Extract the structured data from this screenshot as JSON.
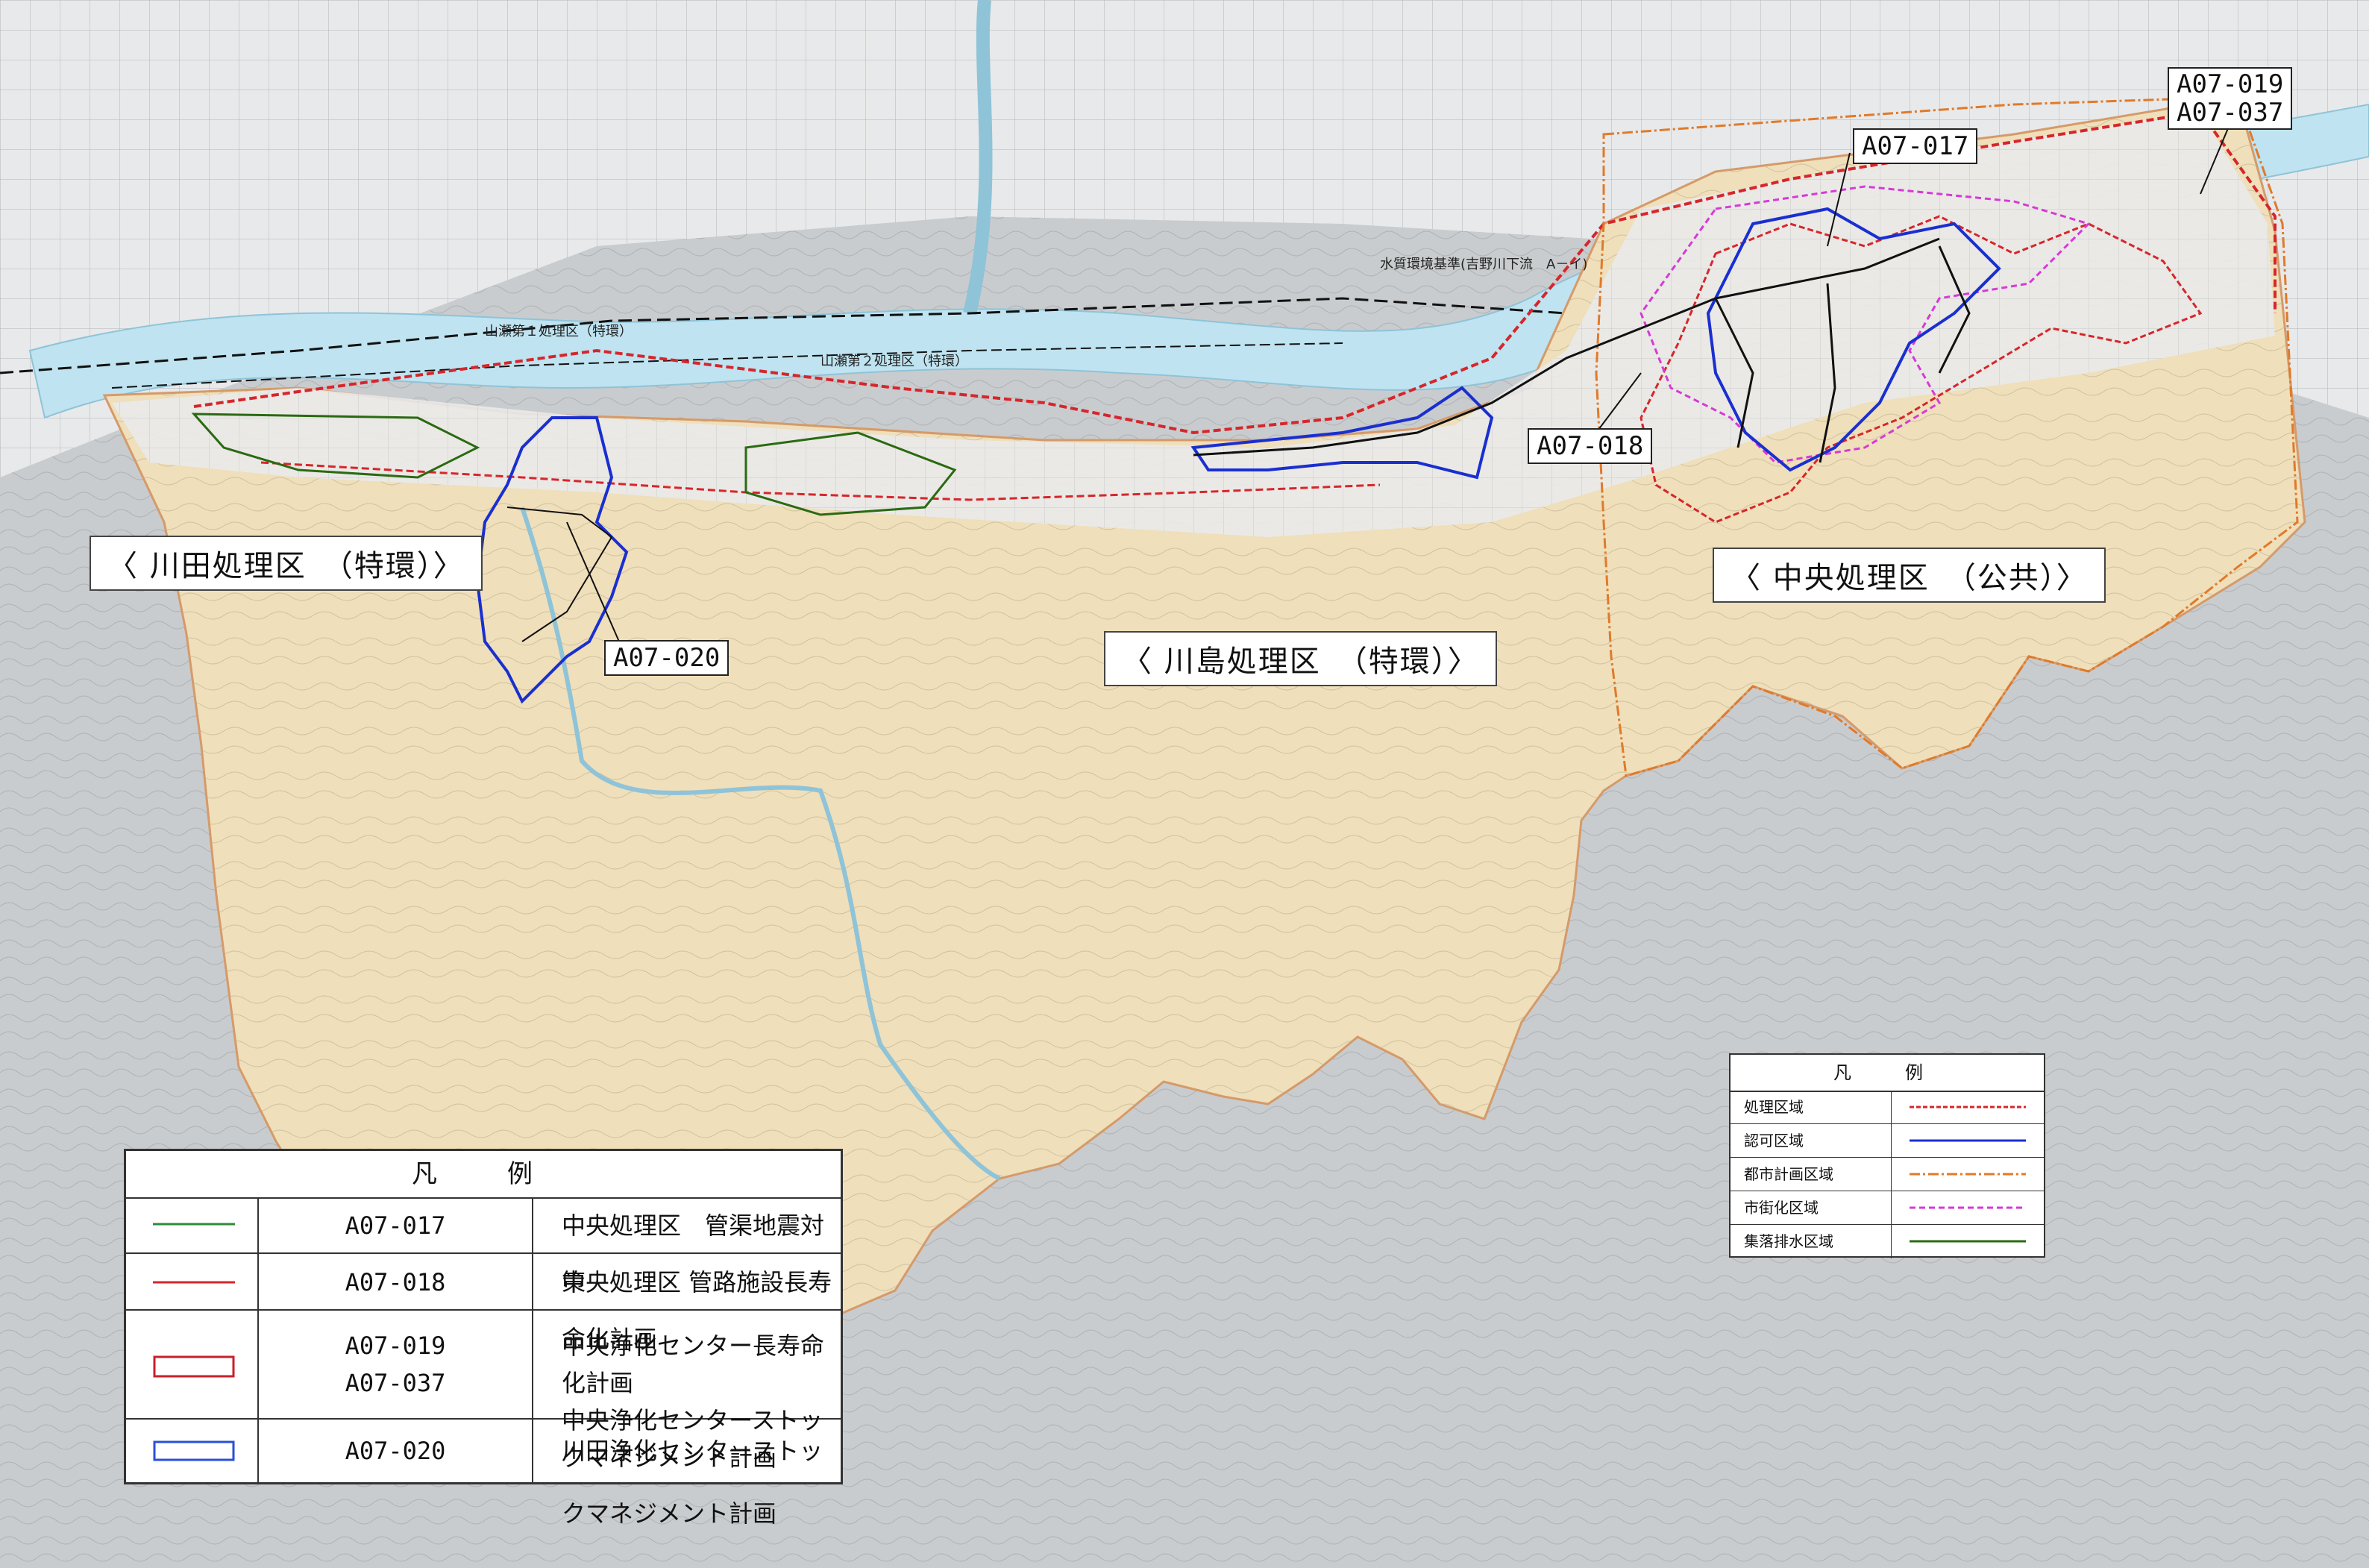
{
  "callouts": {
    "a07_019": "A07-019",
    "a07_037": "A07-037",
    "a07_017": "A07-017",
    "a07_018": "A07-018",
    "a07_020": "A07-020"
  },
  "regions": {
    "kawata": "〈 川田処理区　（特環）〉",
    "kawashima": "〈 川島処理区　（特環）〉",
    "chuo": "〈 中央処理区　（公共）〉"
  },
  "map_labels": {
    "yamase1": "山瀬第１処理区（特環）",
    "yamase2": "山瀬第２処理区（特環）",
    "water_std": "水質環境基準(吉野川下流　A－イ)"
  },
  "legend_main": {
    "title": "凡　例",
    "rows": [
      {
        "code": "A07-017",
        "desc": "中央処理区　管渠地震対策",
        "color": "#2e8b3a",
        "symbol": "line"
      },
      {
        "code": "A07-018",
        "desc": "中央処理区 管路施設長寿命化計画",
        "color": "#d6262b",
        "symbol": "line"
      },
      {
        "code": "A07-019",
        "code2": "A07-037",
        "desc": "中央浄化センター長寿命化計画",
        "desc2": "中央浄化センターストックマネジメント計画",
        "color": "#c8202a",
        "symbol": "box"
      },
      {
        "code": "A07-020",
        "desc": "川田浄化センターストックマネジメント計画",
        "color": "#2a4fd6",
        "symbol": "box"
      }
    ]
  },
  "legend_small": {
    "title": "凡　例",
    "rows": [
      {
        "label": "処理区域",
        "color": "#d6262b",
        "dash": "6,3"
      },
      {
        "label": "認可区域",
        "color": "#1a2fd0",
        "dash": ""
      },
      {
        "label": "都市計画区域",
        "color": "#e07a2a",
        "dash": "14,4,3,4"
      },
      {
        "label": "市街化区域",
        "color": "#d63ad6",
        "dash": "8,5"
      },
      {
        "label": "集落排水区域",
        "color": "#2a6a12",
        "dash": ""
      }
    ]
  },
  "colors": {
    "terrain": "#efdfba",
    "river": "#bfe3f0",
    "map_bg": "#c9ccce",
    "urban": "#e9eaeb"
  }
}
